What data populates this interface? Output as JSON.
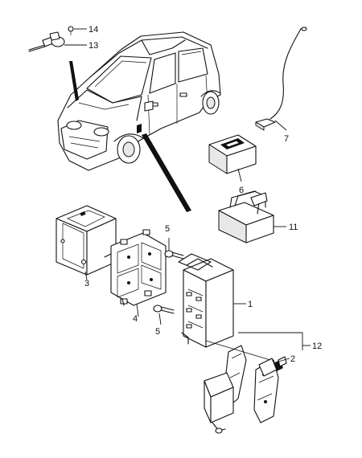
{
  "callouts": {
    "c1": "1",
    "c2": "2",
    "c3": "3",
    "c4": "4",
    "c5a": "5",
    "c5b": "5",
    "c6": "6",
    "c7": "7",
    "c11": "11",
    "c12": "12",
    "c13": "13",
    "c14": "14"
  }
}
